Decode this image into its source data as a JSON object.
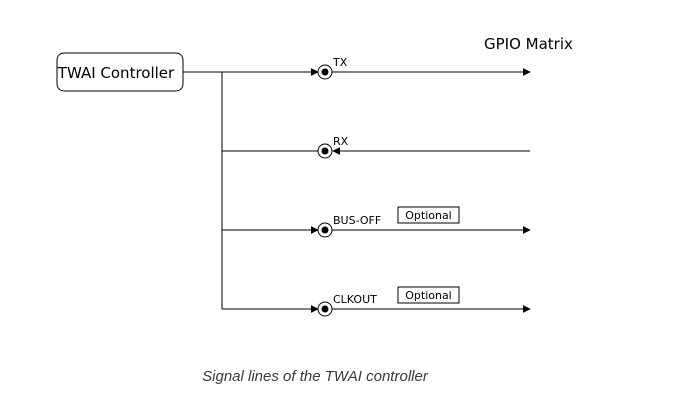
{
  "diagram": {
    "controller_label": "TWAI Controller",
    "matrix_label": "GPIO Matrix",
    "optional_label": "Optional",
    "signals": [
      {
        "name": "TX",
        "direction": "out",
        "optional": false
      },
      {
        "name": "RX",
        "direction": "in",
        "optional": false
      },
      {
        "name": "BUS-OFF",
        "direction": "out",
        "optional": true
      },
      {
        "name": "CLKOUT",
        "direction": "out",
        "optional": true
      }
    ]
  },
  "caption": "Signal lines of the TWAI controller"
}
